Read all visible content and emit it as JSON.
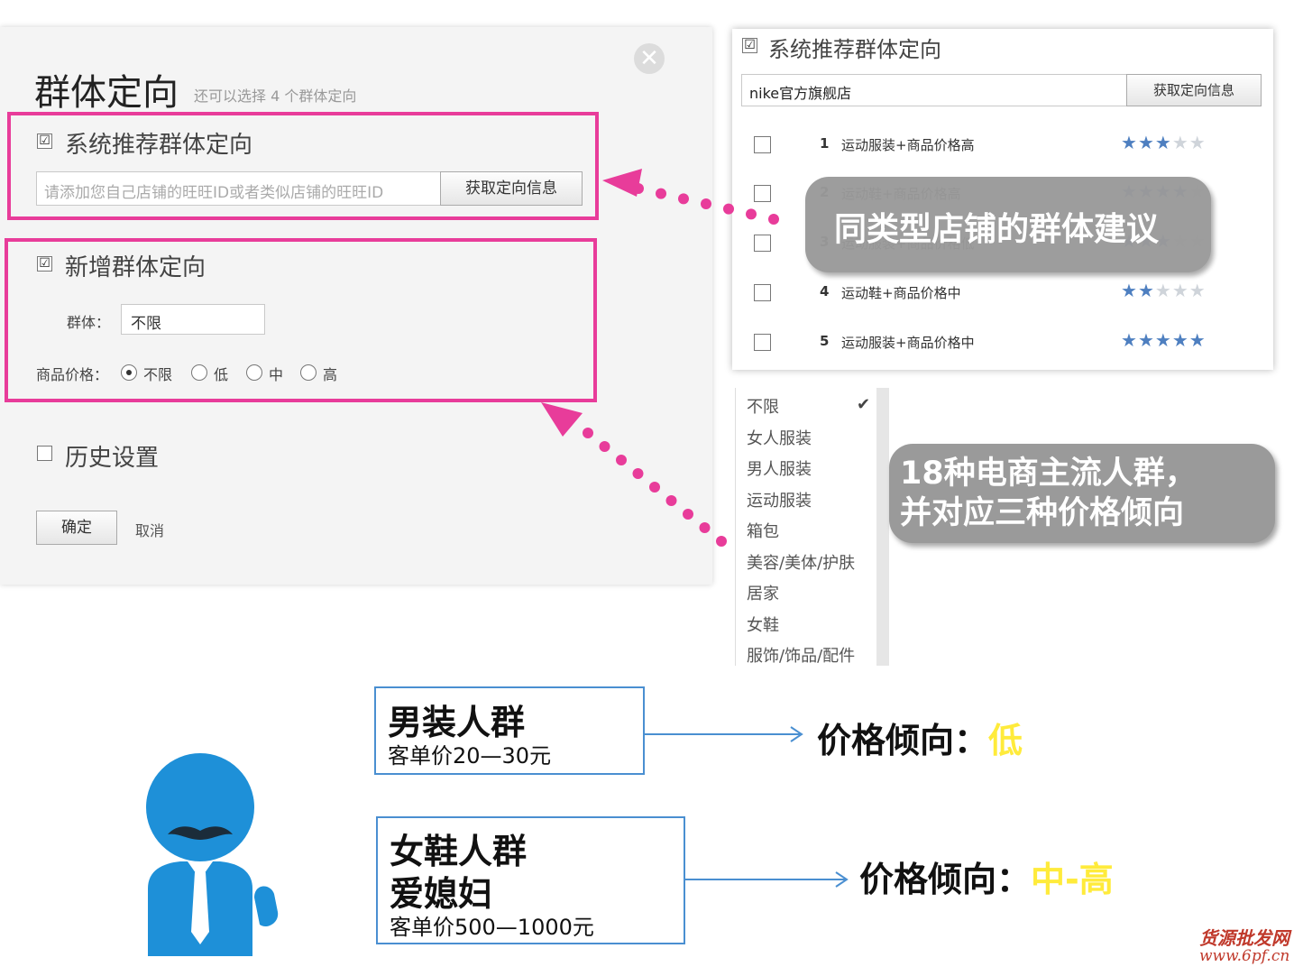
{
  "dialog": {
    "title": "群体定向",
    "hint": "还可以选择 4 个群体定向",
    "close_glyph": "✕",
    "system_recommend": {
      "checkbox_glyph": "☑",
      "label": "系统推荐群体定向",
      "input_placeholder": "请添加您自己店铺的旺旺ID或者类似店铺的旺旺ID",
      "button": "获取定向信息"
    },
    "new_group": {
      "checkbox_glyph": "☑",
      "label": "新增群体定向",
      "group_label": "群体：",
      "group_value": "不限",
      "price_label": "商品价格：",
      "price_options": [
        "不限",
        "低",
        "中",
        "高"
      ],
      "price_selected": "不限"
    },
    "history": {
      "label": "历史设置"
    },
    "confirm": "确定",
    "cancel": "取消"
  },
  "recommend_panel": {
    "checkbox_glyph": "☑",
    "title": "系统推荐群体定向",
    "input_value": "nike官方旗舰店",
    "button": "获取定向信息",
    "rows": [
      {
        "num": "1",
        "text": "运动服装+商品价格高",
        "stars": 3
      },
      {
        "num": "2",
        "text": "运动鞋+商品价格高",
        "stars": 4
      },
      {
        "num": "3",
        "text": "运动服装+商品价格低",
        "stars": 3
      },
      {
        "num": "4",
        "text": "运动鞋+商品价格中",
        "stars": 2
      },
      {
        "num": "5",
        "text": "运动服装+商品价格中",
        "stars": 5
      }
    ],
    "callout": "同类型店铺的群体建议"
  },
  "dropdown": {
    "items": [
      "不限",
      "女人服装",
      "男人服装",
      "运动服装",
      "箱包",
      "美容/美体/护肤",
      "居家",
      "女鞋",
      "服饰/饰品/配件"
    ],
    "selected": "不限",
    "check_glyph": "✔",
    "callout_line1": "18种电商主流人群，",
    "callout_line2": "并对应三种价格倾向"
  },
  "groups": [
    {
      "title": "男装人群",
      "sub": "",
      "price": "客单价20—30元",
      "tendency_label": "价格倾向：",
      "tendency_value": "低"
    },
    {
      "title": "女鞋人群",
      "sub": "爱媳妇",
      "price": "客单价500—1000元",
      "tendency_label": "价格倾向：",
      "tendency_value": "中-高"
    }
  ],
  "watermark": {
    "line1": "货源批发网",
    "line2": "www.6pf.cn"
  },
  "colors": {
    "highlight": "#e83c9a",
    "accent_blue": "#4a8fd1",
    "star": "#4e7fc0",
    "person": "#1e90d8",
    "tendency_value": "#ffeb3b"
  }
}
